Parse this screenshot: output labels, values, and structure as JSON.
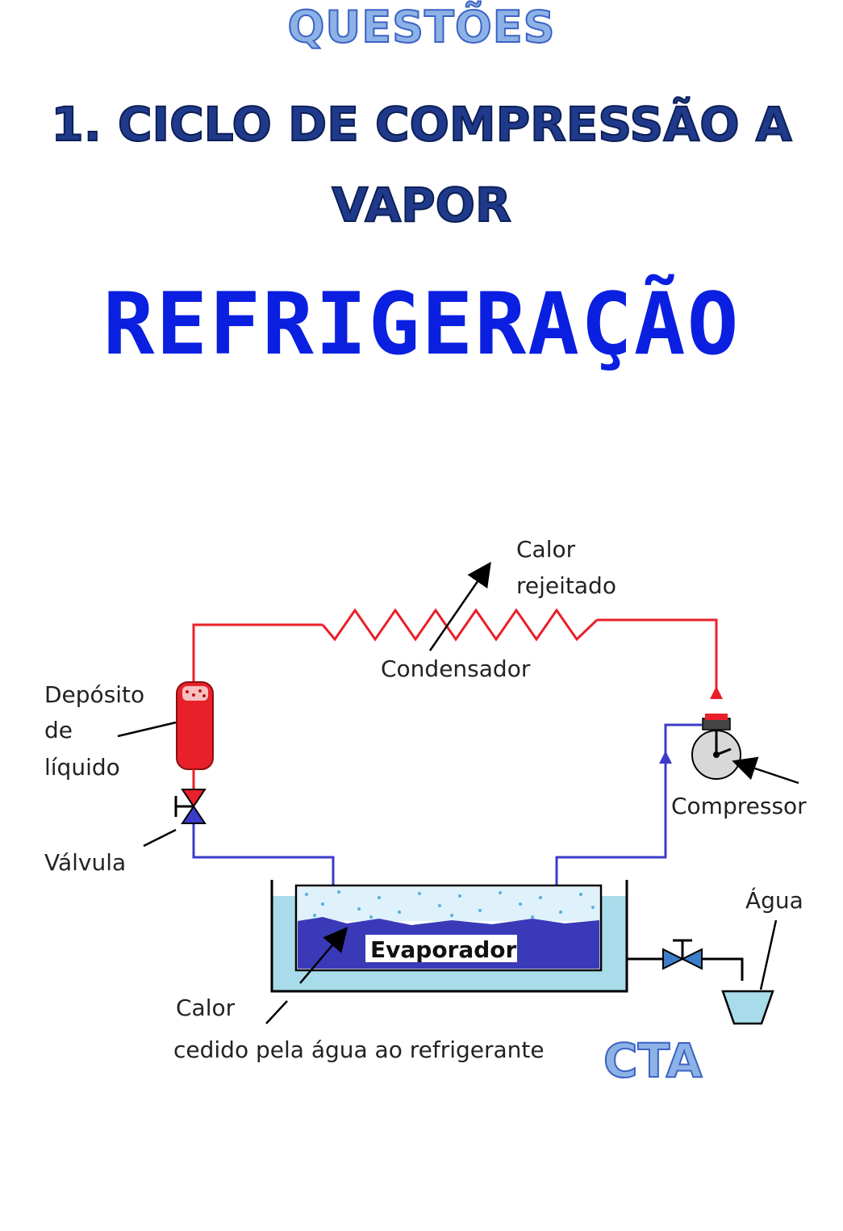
{
  "heading": {
    "section": "QUESTÕES",
    "line1": "1. CICLO DE COMPRESSÃO A",
    "line2": "VAPOR",
    "decorative": "REFRIGERAÇÃO"
  },
  "diagram": {
    "labels": {
      "calor_rejeitado_1": "Calor",
      "calor_rejeitado_2": "rejeitado",
      "condensador": "Condensador",
      "deposito_1": "Depósito",
      "deposito_2": "de",
      "deposito_3": "líquido",
      "valvula": "Válvula",
      "compressor": "Compressor",
      "evaporador": "Evaporador",
      "agua": "Água",
      "calor_cedido_1": "Calor",
      "calor_cedido_2": "cedido pela água ao refrigerante"
    },
    "colors": {
      "hot_line": "#e8202a",
      "cold_line": "#3c3cc8",
      "water": "#a8dcea",
      "refrigerant": "#3a3ab8",
      "tank_red": "#e8202a"
    }
  },
  "footer": {
    "cta": "CTA"
  }
}
